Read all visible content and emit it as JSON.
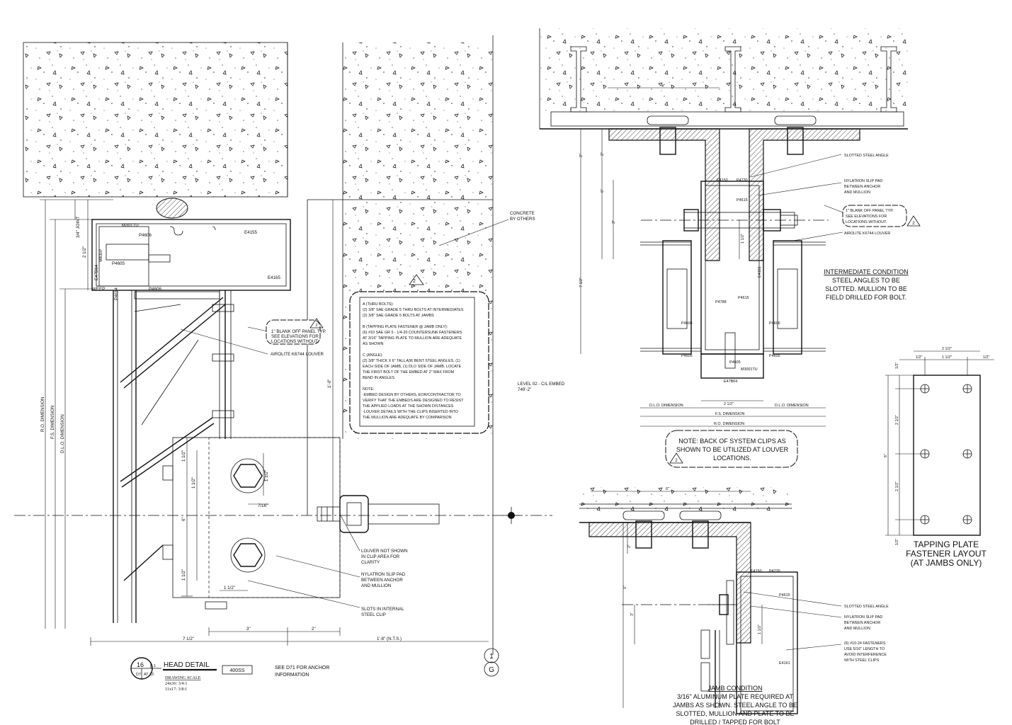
{
  "title_block": {
    "detail_number": "16",
    "sheet_ref": "D7",
    "small_ref": "1",
    "at_ref": "AT 33",
    "title": "HEAD DETAIL",
    "drawing_scale_label": "DRAWING SCALE",
    "scale_24x36": "24x36: 3/4:1",
    "scale_11x17": "11x17: 3/8:1",
    "system": "400SS",
    "note_line1": "SEE D71 FOR ANCHOR",
    "note_line2": "INFORMATION"
  },
  "grid_bubble": {
    "number": "1",
    "letter": "G"
  },
  "head_detail": {
    "parts": {
      "m301tu": "M301TU",
      "p4606_top": "P4606",
      "e4155": "E4155",
      "e4165": "E4165",
      "p4605": "P4605",
      "e4784": "E47B64",
      "p4606_bottom": "P4606",
      "p4614": "P4614"
    },
    "weep_top": "WEEP",
    "weep_bottom": "WEEP",
    "joint": "3/4\" JOINT",
    "dims": {
      "d_2_5": "2 1/2\"",
      "d_1_0": "1'-0\"",
      "d_1_5a": "1 1/2\"",
      "d_1_5b": "1 1/2\"",
      "d_1_5c": "1 1/2\"",
      "d_1_5d": "1 1/2\"",
      "d_7_16": "7/16\"",
      "d_6": "6\"",
      "d_3": "3\"",
      "d_2": "2\"",
      "d_7_5": "7 1/2\"",
      "d_1_8": "1'-8\" (N.T.S.)",
      "ro": "R.O. DIMENSION",
      "fs": "F.S. DIMENSION",
      "dlo": "D.L.O. DIMENSION"
    },
    "callouts": {
      "blank_off_1": "1\" BLANK OFF PANEL TYP.",
      "blank_off_2": "SEE ELEVATIONS FOR",
      "blank_off_3": "LOCATIONS WITHOUT.",
      "louver": "AIROLITE K6744 LOUVER",
      "concrete_1": "CONCRETE",
      "concrete_2": "BY OTHERS",
      "louver_not_1": "LOUVER NOT SHOWN",
      "louver_not_2": "IN CLIP AREA FOR",
      "louver_not_3": "CLARITY",
      "nylatron_1": "NYLATRON SLIP PAD",
      "nylatron_2": "BETWEEN ANCHOR",
      "nylatron_3": "AND MULLION",
      "slots_1": "SLOTS IN INTERNAL",
      "slots_2": "STEEL CLIP",
      "level_1": "LEVEL 02 - C/L EMBED",
      "level_2": "749'-2\"",
      "revision": "2"
    },
    "cloud_note": [
      "A (THRU BOLTS):",
      "(2) 3/8\" SAE GRADE 5 THRU BOLTS AT INTERMEDIATES",
      "(2) 3/8\" SAE GRADE 5 BOLTS AT JAMBS",
      "",
      "B (TAPPING PLATE FASTENER @ JAMB ONLY):",
      "(6) #10 SAE GR 5 - 1/4-20 COUNTERSUNK FASTENERS",
      "AT 3/16\" TAPPING PLATE TO MULLION ARE ADEQUATE",
      "AS SHOWN",
      "",
      "C (ANGLE):",
      "(2) 3/8\" THICK X 6\" TALL A36 BENT STEEL ANGLES, (1)",
      "EACH SIDE OF JAMB, (1) DLO SIDE OF JAMB. LOCATE",
      "THE FIRST BOLT OF THE EMBED AT 2\" MAX FROM",
      "BEND IN ANGLES",
      "",
      "NOTE:",
      "-EMBED DESIGN BY OTHERS, EOR/CONTRACTOR TO",
      "VERIFY THAT THE EMBEDS ARE DESIGNED TO RESIST",
      "THE APPLIED LOADS AT THE SHOWN DISTANCES",
      "-LOUVER DETAILS WITH THE CLIPS INSERTED INTO",
      "THE MULLION ARE ADEQUATE BY COMPARISON"
    ]
  },
  "intermediate": {
    "d_4": "4\"",
    "d_2a": "2\"",
    "d_2b": "2\"",
    "d_6": "6\"",
    "d_3": "3\"",
    "d_7_5": "7 1/2\"",
    "d_1_5": "1 1/2\"",
    "d_2_5": "2 1/2\"",
    "parts": {
      "e4150": "E4150",
      "p4730": "P4730",
      "p4615_a": "P4615",
      "p4615_b": "P4615",
      "p4788": "P4788",
      "p4606_l": "P4606",
      "p4606_r": "P4606",
      "p4605_l": "P4605",
      "p4605_r": "P4605",
      "p4605_c": "P4605",
      "m3001tu": "M3001TU",
      "e4784": "E47B64",
      "e4161": "E4161"
    },
    "callouts": {
      "slotted": "SLOTTED STEEL ANGLE",
      "nyl_1": "NYLATRON SLIP PAD",
      "nyl_2": "BETWEEN ANCHOR",
      "nyl_3": "AND MULLION",
      "blank_1": "1\" BLANK OFF PANEL TYP.",
      "blank_2": "SEE ELEVATIONS FOR",
      "blank_3": "LOCATIONS WITHOUT.",
      "louver": "AIROLITE K6744 LOUVER",
      "revision": "2"
    },
    "dlo_left": "D.L.O. DIMENSION",
    "dlo_right": "D.L.O. DIMENSION",
    "fs": "F.S. DIMENSION",
    "ro": "R.O. DIMENSION",
    "title": "INTERMEDIATE CONDITION",
    "note_1": "STEEL ANGLES TO BE",
    "note_2": "SLOTTED. MULLION TO BE",
    "note_3": "FIELD DRILLED FOR BOLT.",
    "back_note_1": "NOTE: BACK OF SYSTEM CLIPS AS",
    "back_note_2": "SHOWN TO BE UTILIZED AT LOUVER",
    "back_note_3": "LOCATIONS.",
    "back_rev": "2"
  },
  "jamb": {
    "d_6": "6\"",
    "d_2": "2\"",
    "d_5": "5\"",
    "d_3": "3\"",
    "d_1_5": "1 1/2\"",
    "parts": {
      "e4150": "E4150",
      "p4730": "P4730",
      "p4615": "P4615",
      "e4161": "E4161"
    },
    "callouts": {
      "slotted": "SLOTTED STEEL ANGLE",
      "nyl_1": "NYLATRON SLIP PAD",
      "nyl_2": "BETWEEN ANCHOR",
      "nyl_3": "AND MULLION",
      "fast_1": "(6) #10-24 FASTENERS",
      "fast_2": "USE 5/16\" LENGTH TO",
      "fast_3": "AVOID INTERFERENCE",
      "fast_4": "WITH STEEL CLIPS"
    },
    "title": "JAMB CONDITION",
    "note_1": "3/16\" ALUMINUM PLATE REQUIRED AT",
    "note_2": "JAMBS AS SHOWN. STEEL ANGLE TO BE",
    "note_3": "SLOTTED, MULLION AND PLATE TO BE",
    "note_4": "DRILLED / TAPPED FOR BOLT"
  },
  "tapping_plate": {
    "d_2_5": "2 1/2\"",
    "d_half_l": "1/2\"",
    "d_1_5": "1 1/2\"",
    "d_half_r": "1/2\"",
    "v_half_top": "1/2\"",
    "v_2_5a": "2 1/2\"",
    "v_2_5b": "2 1/2\"",
    "v_half_bot": "1/2\"",
    "v_6": "6\"",
    "title_1": "TAPPING PLATE",
    "title_2": "FASTENER LAYOUT",
    "title_3": "(AT JAMBS ONLY)"
  }
}
